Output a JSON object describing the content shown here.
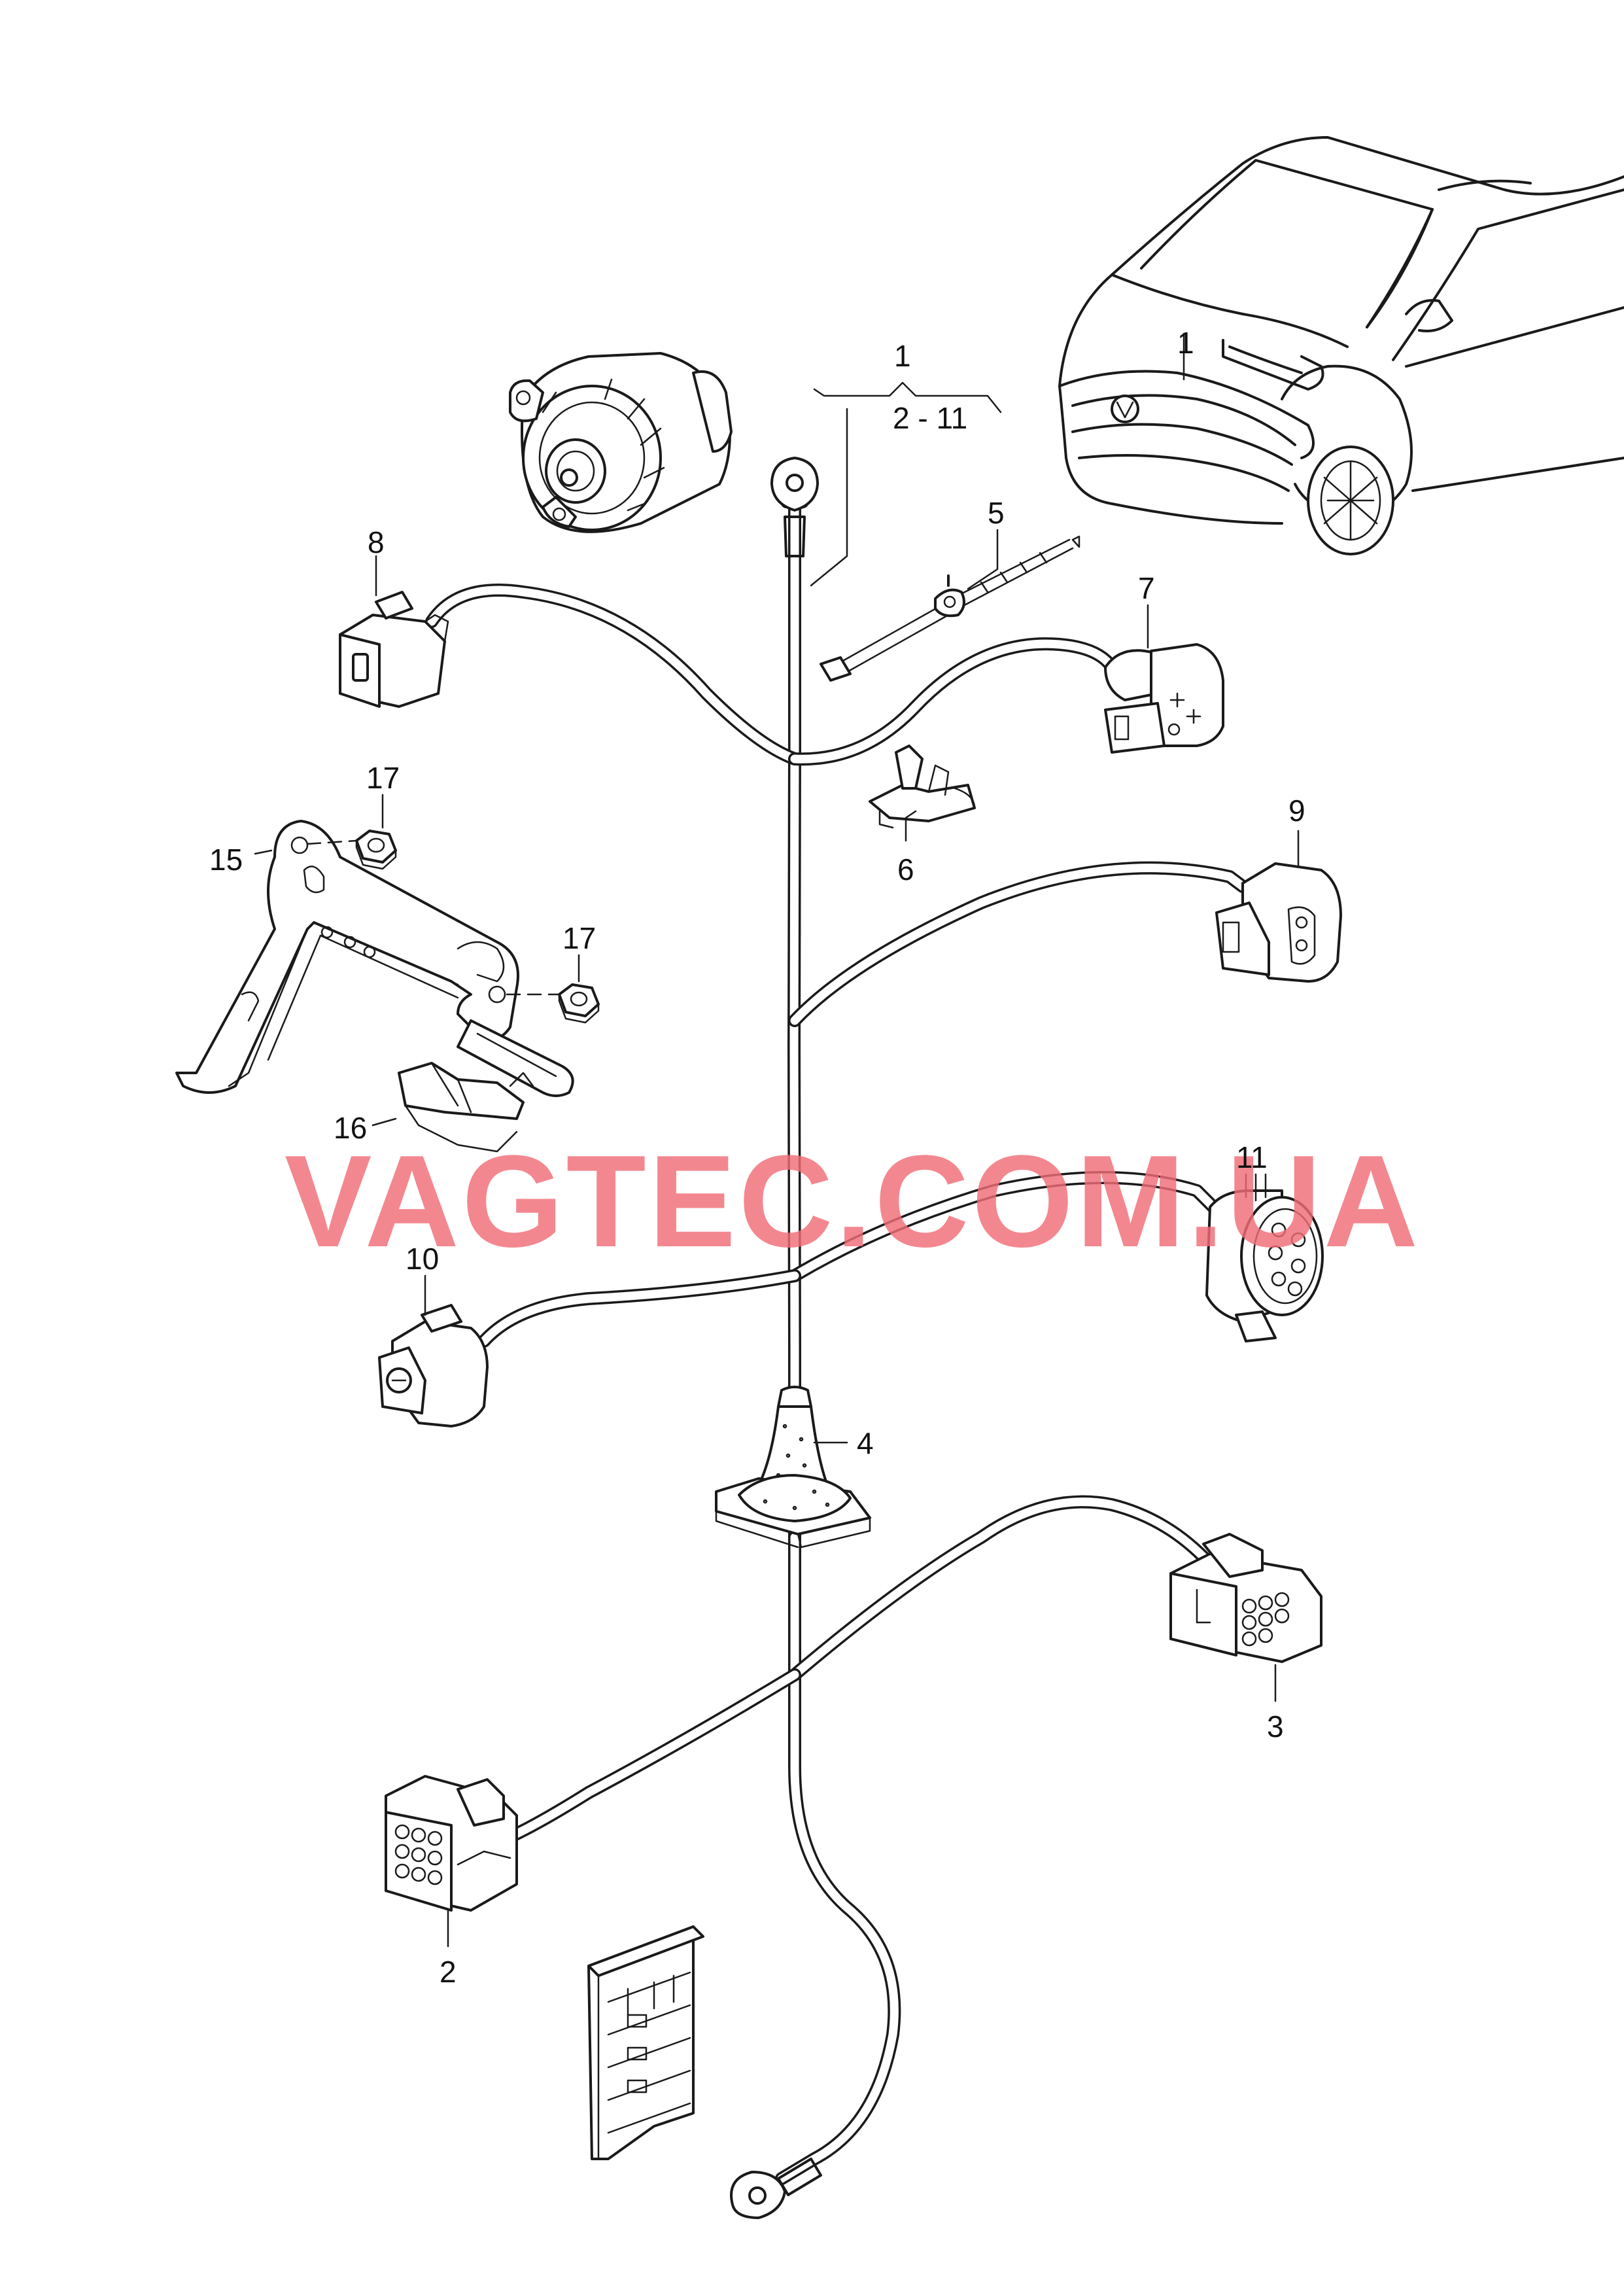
{
  "callouts": {
    "c1_top": "1",
    "c_range": "2 - 11",
    "c1_car": "1",
    "c2": "2",
    "c3": "3",
    "c4": "4",
    "c5": "5",
    "c6": "6",
    "c7": "7",
    "c8": "8",
    "c9": "9",
    "c10": "10",
    "c11": "11",
    "c15": "15",
    "c16": "16",
    "c17a": "17",
    "c17b": "17"
  },
  "watermark": {
    "text": "VAGTEC.COM.UA",
    "color": "#f06c78"
  },
  "colors": {
    "line": "#1a1a1a",
    "background": "#ffffff"
  }
}
